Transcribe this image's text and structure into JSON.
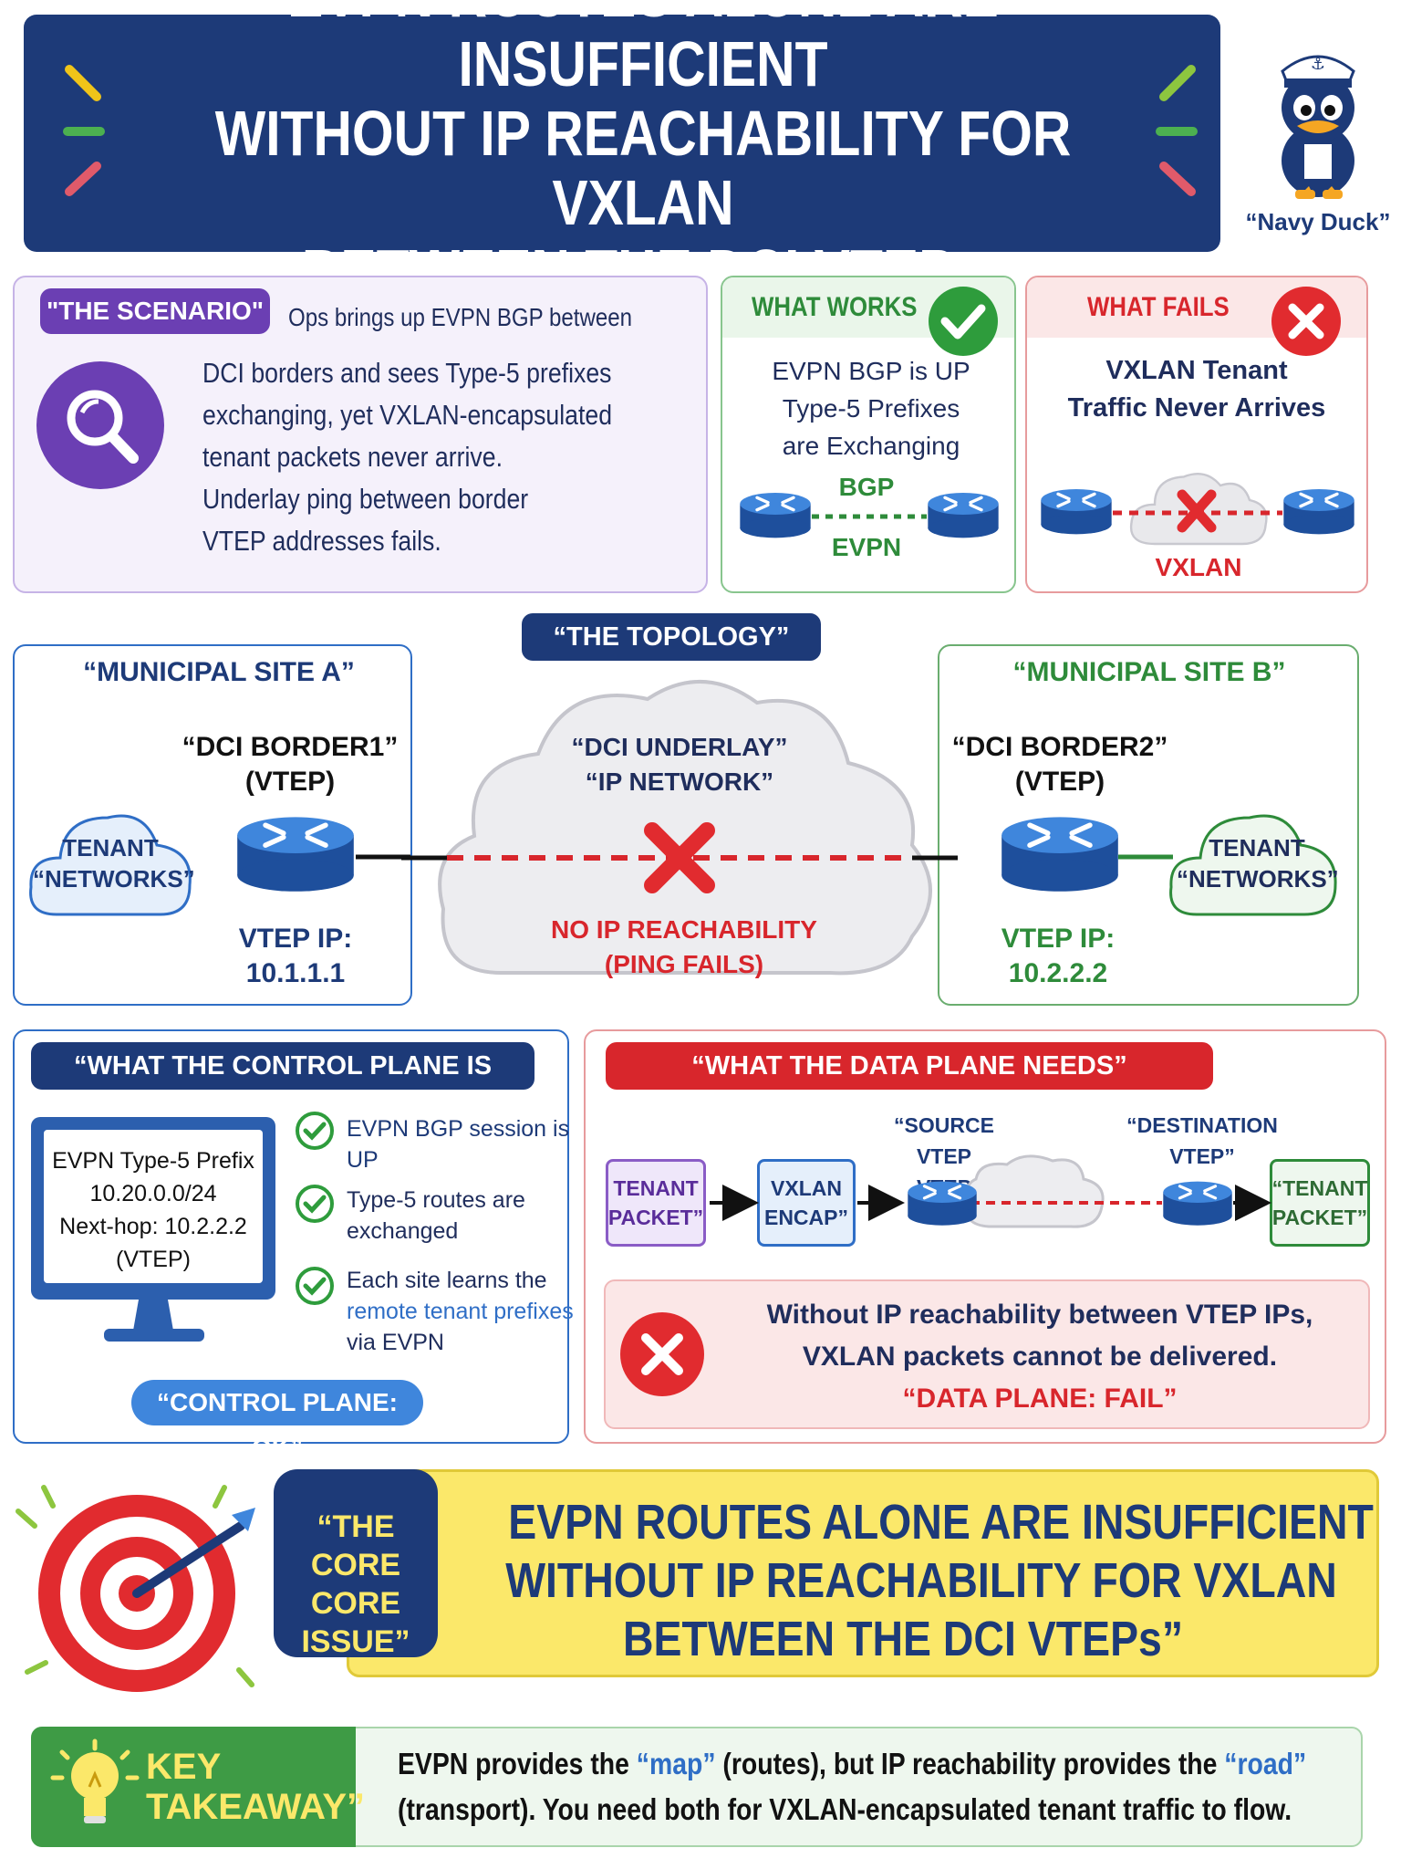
{
  "title": {
    "line1": "EVPN ROUTES ALONE ARE INSUFFICIENT",
    "line2": "WITHOUT IP REACHABILITY FOR VXLAN",
    "line3": "BETWEEN THE DCI VTEPs"
  },
  "mascot": {
    "caption": "“Navy Duck”"
  },
  "scenario": {
    "tag": "\"THE SCENARIO\"",
    "intro": "Ops brings up EVPN BGP between",
    "lines": [
      "DCI borders and sees Type-5 prefixes",
      "exchanging, yet VXLAN-encapsulated",
      "tenant packets never arrive.",
      "Underlay ping between border",
      "VTEP addresses fails."
    ]
  },
  "works": {
    "title": "WHAT WORKS",
    "lines": [
      "EVPN BGP is UP",
      "Type-5 Prefixes",
      "are Exchanging"
    ],
    "label_top": "BGP",
    "label_bottom": "EVPN"
  },
  "fails": {
    "title": "WHAT FAILS",
    "lines": [
      "VXLAN Tenant",
      "Traffic Never Arrives"
    ],
    "label": "VXLAN"
  },
  "topology": {
    "tag": "“THE TOPOLOGY”",
    "site_a": {
      "title": "“MUNICIPAL SITE A”",
      "border": "“DCI BORDER1”",
      "vtep": "(VTEP)",
      "tenant1": "TENANT",
      "tenant2": "“NETWORKS”",
      "ip_label": "VTEP IP:",
      "ip": "10.1.1.1"
    },
    "site_b": {
      "title": "“MUNICIPAL SITE B”",
      "border": "“DCI BORDER2”",
      "vtep": "(VTEP)",
      "tenant1": "TENANT",
      "tenant2": "“NETWORKS”",
      "ip_label": "VTEP IP:",
      "ip": "10.2.2.2"
    },
    "underlay1": "“DCI UNDERLAY”",
    "underlay2": "“IP NETWORK”",
    "fail1": "NO IP REACHABILITY",
    "fail2": "(PING FAILS)"
  },
  "control": {
    "tag": "“WHAT THE CONTROL PLANE IS DOING”",
    "screen": [
      "EVPN Type-5 Prefix",
      "10.20.0.0/24",
      "Next-hop: 10.2.2.2",
      "(VTEP)"
    ],
    "checks": [
      [
        "EVPN BGP session is",
        "UP"
      ],
      [
        "Type-5 routes are",
        "exchanged"
      ],
      [
        "Each site learns the",
        "remote tenant prefixes",
        "via EVPN"
      ]
    ],
    "status": "“CONTROL PLANE: OK”"
  },
  "data_plane": {
    "tag": "“WHAT THE DATA PLANE NEEDS”",
    "src": [
      "“SOURCE VTEP",
      "VTEP"
    ],
    "dst": [
      "“DESTINATION",
      "VTEP”"
    ],
    "box1": [
      "TENANT",
      "PACKET”"
    ],
    "box2": [
      "VXLAN",
      "ENCAP”"
    ],
    "box3": [
      "“TENANT",
      "PACKET”"
    ],
    "msg": [
      "Without IP reachability between VTEP IPs,",
      "VXLAN packets cannot be delivered."
    ],
    "status": "“DATA PLANE: FAIL”"
  },
  "core": {
    "tag": [
      "“THE CORE",
      "CORE",
      "ISSUE”"
    ],
    "text": [
      "EVPN ROUTES ALONE ARE INSUFFICIENT",
      "WITHOUT IP REACHABILITY FOR VXLAN",
      "BETWEEN THE DCI VTEPs”"
    ]
  },
  "takeaway": {
    "tag": [
      "KEY",
      "TAKEAWAY”"
    ],
    "l1": {
      "a": "EVPN provides the ",
      "b": "“map”",
      "c": " (routes), but IP reachability provides the ",
      "d": "“road”"
    },
    "l2": "(transport). You need both for VXLAN-encapsulated tenant traffic to flow."
  },
  "colors": {
    "navy": "#1d3a78",
    "purple": "#6b3fb3",
    "green": "#2e8b3a",
    "red": "#d8262c",
    "yellow": "#fbe86a",
    "blue": "#2f6ec6"
  }
}
